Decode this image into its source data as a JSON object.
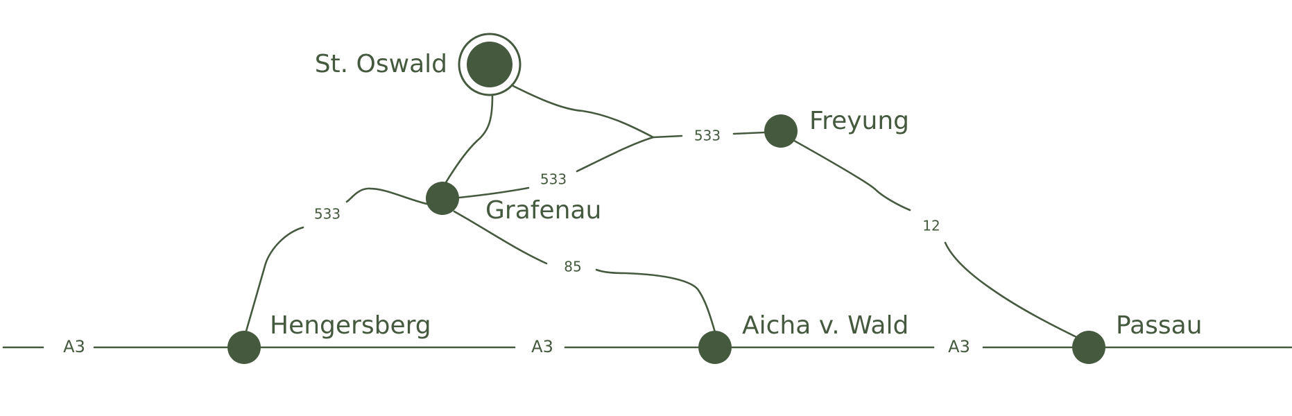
{
  "colors": {
    "route": "#45593f",
    "background": "#ffffff"
  },
  "towns": {
    "st_oswald": "St. Oswald",
    "freyung": "Freyung",
    "grafenau": "Grafenau",
    "hengersberg": "Hengersberg",
    "aicha": "Aicha v. Wald",
    "passau": "Passau"
  },
  "roads": {
    "b533_freyung": "533",
    "b533_grafenau_east": "533",
    "b533_grafenau_west": "533",
    "b85": "85",
    "b12": "12",
    "a3_west": "A3",
    "a3_middle": "A3",
    "a3_east": "A3"
  }
}
